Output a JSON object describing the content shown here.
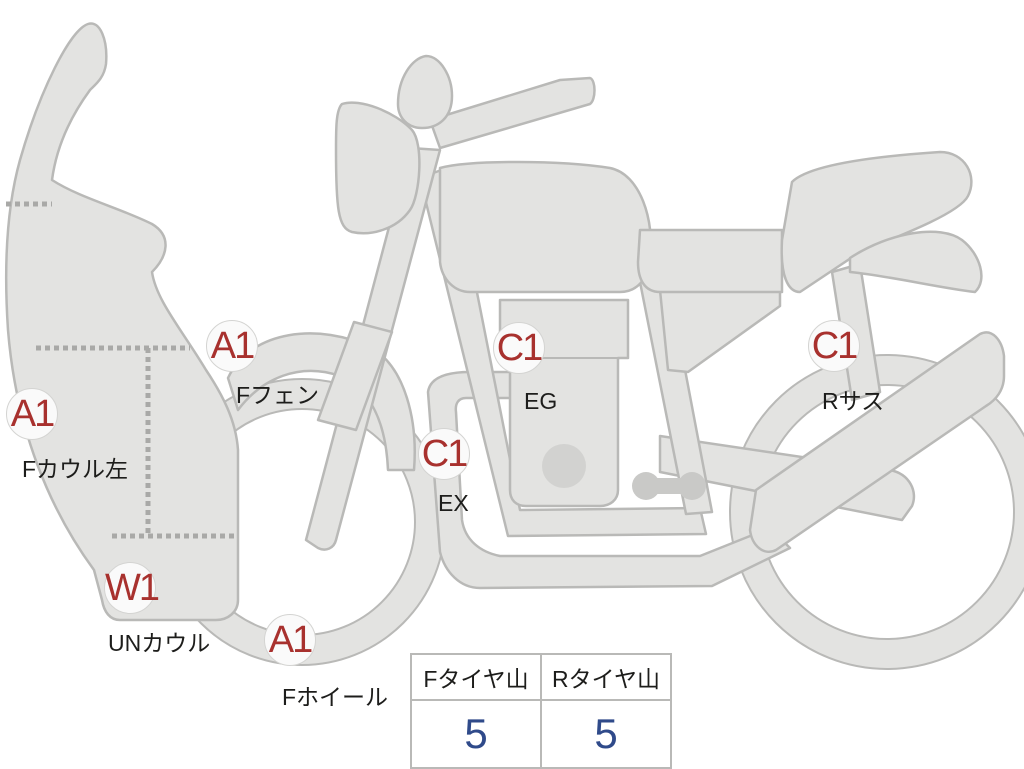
{
  "markers": [
    {
      "id": "f-fender",
      "code": "A1",
      "label": "Fフェン"
    },
    {
      "id": "f-cowl-left",
      "code": "A1",
      "label": "Fカウル左"
    },
    {
      "id": "engine",
      "code": "C1",
      "label": "EG"
    },
    {
      "id": "exhaust",
      "code": "C1",
      "label": "EX"
    },
    {
      "id": "r-suspension",
      "code": "C1",
      "label": "Rサス"
    },
    {
      "id": "under-cowl",
      "code": "W1",
      "label": "UNカウル"
    },
    {
      "id": "f-wheel",
      "code": "A1",
      "label": "Fホイール"
    }
  ],
  "tread_table": {
    "headers": [
      "Fタイヤ山",
      "Rタイヤ山"
    ],
    "values": [
      "5",
      "5"
    ]
  },
  "colors": {
    "part_fill": "#e3e3e1",
    "part_stroke": "#b9b9b7",
    "marker_code": "#a8312e",
    "tread_value": "#2f4a8a"
  }
}
